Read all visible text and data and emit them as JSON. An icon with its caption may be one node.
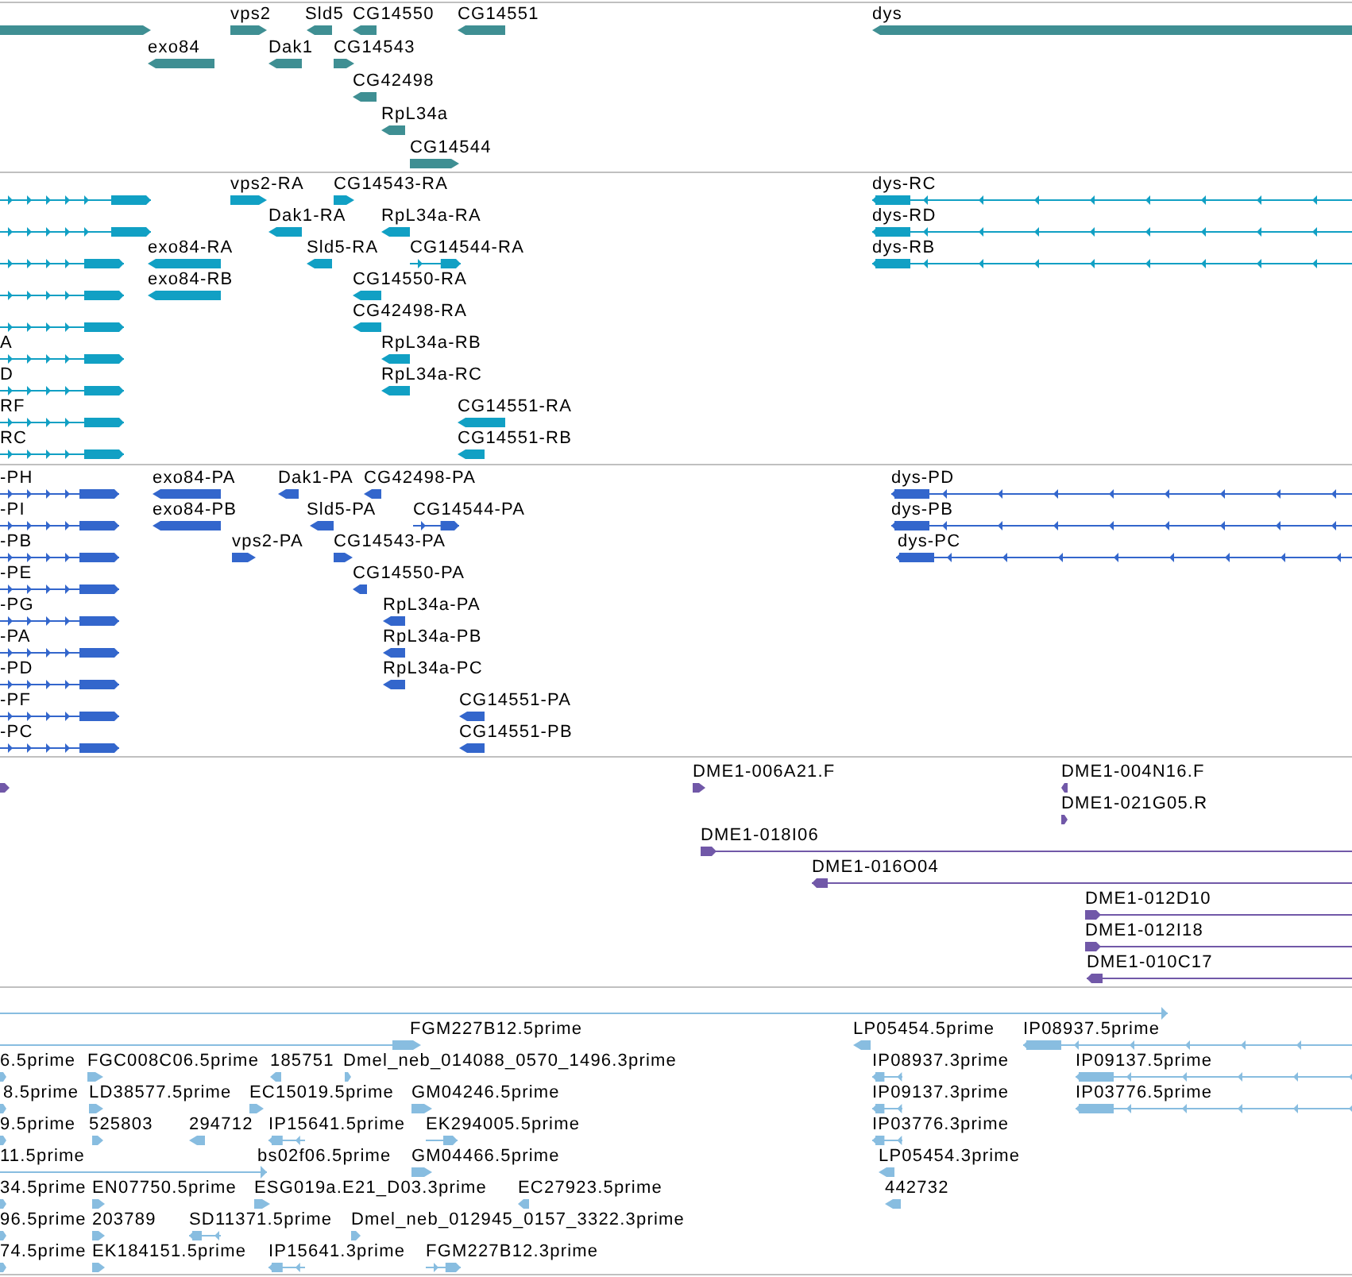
{
  "diagram": {
    "labels": [
      "vps2",
      "Sld5",
      "CG14550",
      "CG14551",
      "dys",
      "exo84",
      "Dak1",
      "CG14543",
      "CG42498",
      "RpL34a",
      "CG14544",
      "vps2-RA",
      "CG14543-RA",
      "dys-RC",
      "Dak1-RA",
      "RpL34a-RA",
      "dys-RD",
      "exo84-RA",
      "Sld5-RA",
      "CG14544-RA",
      "dys-RB",
      "exo84-RB",
      "CG14550-RA",
      "CG42498-RA",
      "A",
      "RpL34a-RB",
      "D",
      "RpL34a-RC",
      "RF",
      "CG14551-RA",
      "RC",
      "CG14551-RB",
      "-PH",
      "exo84-PA",
      "Dak1-PA",
      "CG42498-PA",
      "dys-PD",
      "-PI",
      "exo84-PB",
      "Sld5-PA",
      "CG14544-PA",
      "dys-PB",
      "-PB",
      "vps2-PA",
      "CG14543-PA",
      "dys-PC",
      "-PE",
      "CG14550-PA",
      "-PG",
      "RpL34a-PA",
      "-PA",
      "RpL34a-PB",
      "-PD",
      "RpL34a-PC",
      "-PF",
      "CG14551-PA",
      "-PC",
      "CG14551-PB",
      "DME1-006A21.F",
      "DME1-004N16.F",
      "DME1-021G05.R",
      "DME1-018I06",
      "DME1-016O04",
      "DME1-012D10",
      "DME1-012I18",
      "DME1-010C17",
      "FGM227B12.5prime",
      "LP05454.5prime",
      "IP08937.5prime",
      "6.5prime",
      "FGC008C06.5prime",
      "185751",
      "Dmel_neb_014088_0570_1496.3prime",
      "IP08937.3prime",
      "IP09137.5prime",
      "8.5prime",
      "LD38577.5prime",
      "EC15019.5prime",
      "GM04246.5prime",
      "IP09137.3prime",
      "IP03776.5prime",
      "9.5prime",
      "525803",
      "294712",
      "IP15641.5prime",
      "EK294005.5prime",
      "IP03776.3prime",
      "11.5prime",
      "bs02f06.5prime",
      "GM04466.5prime",
      "LP05454.3prime",
      "34.5prime",
      "EN07750.5prime",
      "ESG019a.E21_D03.3prime",
      "EC27923.5prime",
      "442732",
      "96.5prime",
      "203789",
      "SD11371.5prime",
      "Dmel_neb_012945_0157_3322.3prime",
      "74.5prime",
      "EK184151.5prime",
      "IP15641.3prime",
      "FGM227B12.3prime"
    ]
  }
}
